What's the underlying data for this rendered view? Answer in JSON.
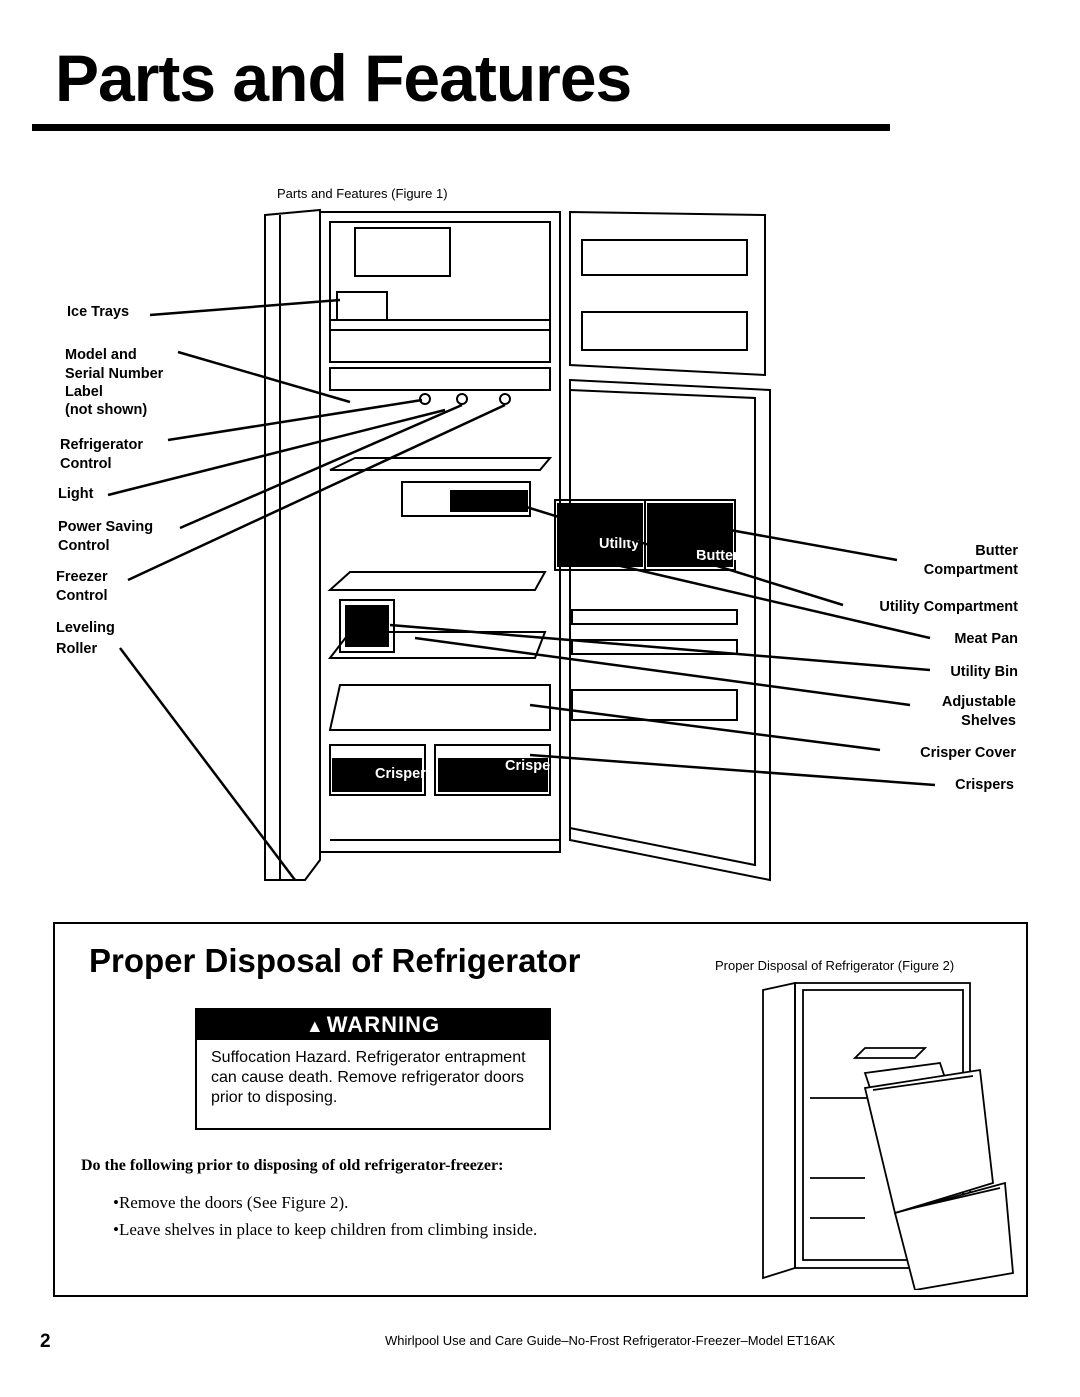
{
  "page": {
    "title": "Parts and Features",
    "figure1_caption": "Parts and Features (Figure 1)"
  },
  "figure1": {
    "left_labels": [
      [
        "Ice Trays"
      ],
      [
        "Model and",
        "Serial Number",
        "Label",
        "(not shown)"
      ],
      [
        "Refrigerator",
        "Control"
      ],
      [
        "Light"
      ],
      [
        "Power Saving",
        "Control"
      ],
      [
        "Freezer",
        "Control"
      ],
      [
        "Leveling",
        "Roller"
      ]
    ],
    "right_labels": [
      [
        "Butter",
        "Compartment"
      ],
      [
        "Utility Compartment"
      ],
      [
        "Meat Pan"
      ],
      [
        "Utility Bin"
      ],
      [
        "Adjustable",
        "Shelves"
      ],
      [
        "Crisper Cover"
      ],
      [
        "Crispers"
      ]
    ],
    "drawer_labels": {
      "utility": "Utility",
      "butter": "Butter",
      "crisper": "Crisper"
    }
  },
  "disposal": {
    "title": "Proper Disposal of Refrigerator",
    "figure2_caption": "Proper Disposal of Refrigerator (Figure 2)",
    "warning_label": "WARNING",
    "warning_text": "Suffocation Hazard. Refrigerator entrapment can cause death. Remove refrigerator doors prior to disposing.",
    "instructions_heading": "Do the following prior to disposing of old refrigerator-freezer:",
    "bullets": [
      "•Remove the doors (See Figure 2).",
      "•Leave shelves in place to keep children from climbing inside."
    ]
  },
  "footer": {
    "page_number": "2",
    "text": "Whirlpool Use and Care Guide–No-Frost Refrigerator-Freezer–Model ET16AK"
  }
}
